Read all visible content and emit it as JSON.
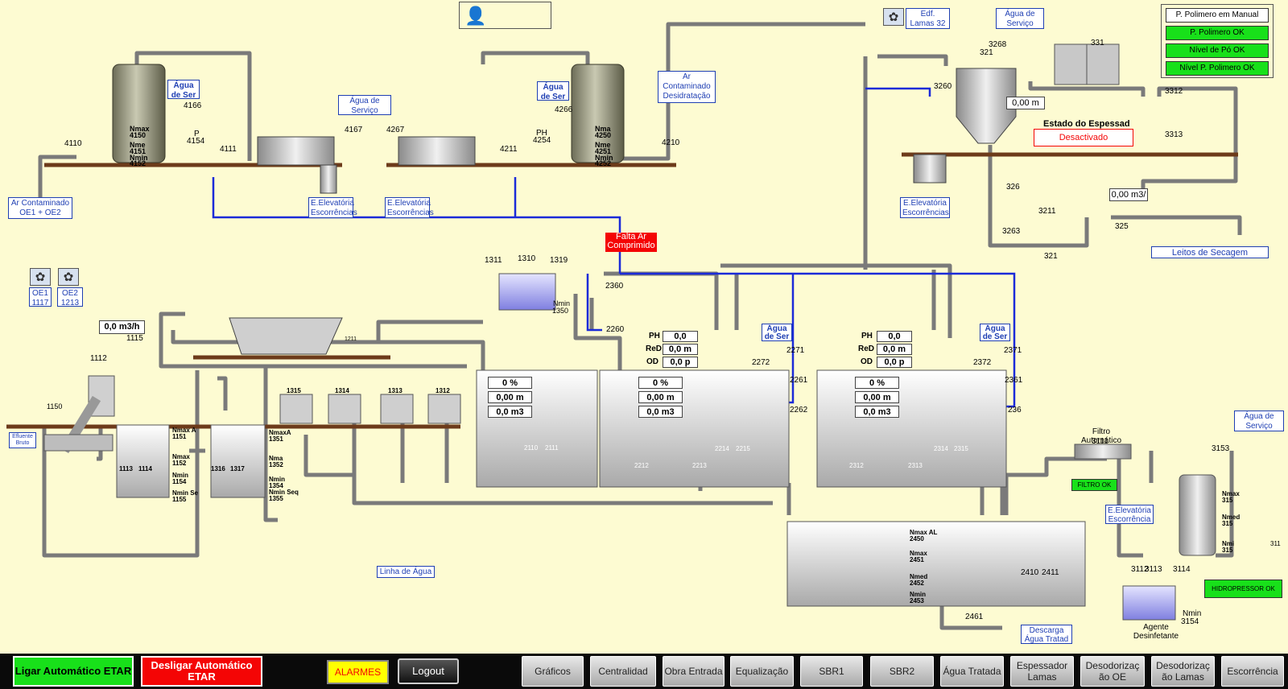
{
  "colors": {
    "background": "#fdfbd2",
    "pipe": "#8e8e8e",
    "air_line": "#1b2bd8",
    "ok_green": "#18e01a",
    "alarm_red": "#f40505",
    "alarm_yellow": "#ffff00",
    "label_blue": "#1f3fb3"
  },
  "top": {
    "user_icon": "person-icon"
  },
  "status_panel": {
    "manual": "P. Polimero em Manual",
    "ok1": "P. Polimero OK",
    "ok2": "Nível de Pó OK",
    "ok3": "Nível P. Polimero OK"
  },
  "odor1": {
    "fan1": "4110",
    "fan2": "4111",
    "tower": [
      "Nmax",
      "4150",
      "Nme",
      "4151",
      "Nmin",
      "4152"
    ],
    "water_box": "Água de Ser",
    "v1": "4166",
    "p": "P",
    "p_tag": "4154",
    "water_service": "Água de Serviço",
    "v2": "4167",
    "elevatoria": "E.Elevatória Escorrências"
  },
  "odor2": {
    "fan1": "4211",
    "fan2": "4210",
    "tower": [
      "Nma",
      "4250",
      "Nme",
      "4251",
      "Nmin",
      "4252"
    ],
    "water_box": "Água de Ser",
    "v1": "4266",
    "ph": "PH",
    "ph_tag": "4254",
    "v2": "4267",
    "elevatoria": "E.Elevatória Escorrências"
  },
  "air": {
    "contaminated": "Ar Contaminado OE1 + OE2",
    "contaminated_dehyd": "Ar Contaminado Desidratação",
    "oe1": "OE1",
    "oe1_tag": "1117",
    "oe2": "OE2",
    "oe2_tag": "1213",
    "edf": "Edf. Lamas 32",
    "falta_ar": "Falta Ar Comprimido"
  },
  "thickener": {
    "water": "Água de Serviço",
    "v3268": "3268",
    "v321": "321",
    "v331": "331",
    "v3260": "3260",
    "level": "0,00 m",
    "state_title": "Estado do Espessad",
    "state": "Desactivado",
    "v3312": "3312",
    "v3313": "3313",
    "elevatoria": "E.Elevatória Escorrências",
    "v326": "326",
    "v3263": "3263",
    "p3211": "3211",
    "p321": "321",
    "flow": "0,00 m3/",
    "fm325": "325",
    "beds": "Leitos de Secagem"
  },
  "polymer": {
    "t1311": "1311",
    "t1310": "1310",
    "t1319": "1319",
    "nmin": "Nmin",
    "nmin_tag": "1350"
  },
  "inlet": {
    "flow": "0,0 m3/h",
    "fm": "1115",
    "t1112": "1112",
    "t1150": "1150",
    "t1211": "1211",
    "effluent": "Efluente Bruto",
    "well1": [
      "Nmax A",
      "1151",
      "Nmax",
      "1152",
      "Nmin",
      "1154",
      "Nmin Se",
      "1155"
    ],
    "p1113": "1113",
    "p1114": "1114",
    "well2": [
      "NmaxA",
      "1351",
      "Nma",
      "1352",
      "Nmin",
      "1354",
      "Nmin Seq",
      "1355"
    ],
    "p1316": "1316",
    "p1317": "1317",
    "blowers": [
      "1315",
      "1314",
      "1313",
      "1312"
    ],
    "water_line": "Linha de Água"
  },
  "equalization": {
    "pct": "0 %",
    "level": "0,00 m",
    "vol": "0,0 m3",
    "p2110": "2110",
    "p2111": "2111"
  },
  "sbr1": {
    "v2360": "2360",
    "v2260": "2260",
    "ph_l": "PH",
    "ph": "0,0",
    "red_l": "ReD",
    "red": "0,0 m",
    "od_l": "OD",
    "od": "0,0 p",
    "pct": "0 %",
    "level": "0,00 m",
    "vol": "0,0 m3",
    "water": "Água de Ser",
    "v2272": "2272",
    "v2271": "2271",
    "v2261": "2261",
    "v2262": "2262",
    "p2214": "2214",
    "p2215": "2215",
    "m2212": "2212",
    "m2213": "2213"
  },
  "sbr2": {
    "ph_l": "PH",
    "ph": "0,0",
    "red_l": "ReD",
    "red": "0,0 m",
    "od_l": "OD",
    "od": "0,0 p",
    "pct": "0 %",
    "level": "0,00 m",
    "vol": "0,0 m3",
    "water": "Água de Ser",
    "v2372": "2372",
    "v2371": "2371",
    "v2361": "2361",
    "v236": "236",
    "p2314": "2314",
    "p2315": "2315",
    "m2312": "2312",
    "m2313": "2313"
  },
  "treated": {
    "levels": [
      "Nmax AL",
      "2450",
      "Nmax",
      "2451",
      "Nmed",
      "2452",
      "Nmin",
      "2453"
    ],
    "p2410": "2410",
    "p2411": "2411",
    "v2461": "2461",
    "discharge": "Descarga Água Tratad"
  },
  "filter": {
    "title": "Filtro Automático",
    "tag": "3111",
    "ok": "FILTRO OK",
    "elevatoria": "E.Elevatória Escorrência"
  },
  "hydro": {
    "water": "Água de Serviço",
    "v3153": "3153",
    "levels": [
      "Nmax",
      "315",
      "Nmed",
      "315",
      "Nmi",
      "315"
    ],
    "p311": "311",
    "t3112": "3112",
    "t3113": "3113",
    "t3114": "3114",
    "ok": "HIDROPRESSOR OK",
    "agent": "Agente Desinfetante",
    "nmin": "Nmin",
    "nmin_tag": "3154"
  },
  "bottom": {
    "auto_on": "Ligar Automático ETAR",
    "auto_off": "Desligar Automático ETAR",
    "alarms": "ALARMES",
    "logout": "Logout",
    "nav": [
      "Gráficos",
      "Centralidad",
      "Obra Entrada",
      "Equalização",
      "SBR1",
      "SBR2",
      "Água Tratada",
      "Espessador Lamas",
      "Desodorizaç ão OE",
      "Desodorizaç ão Lamas",
      "Escorrência"
    ]
  }
}
